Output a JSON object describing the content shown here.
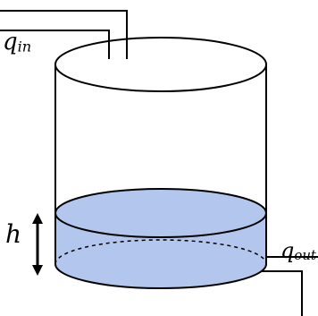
{
  "labels": {
    "inflow": {
      "symbol": "q",
      "subscript": "in"
    },
    "level": {
      "symbol": "h"
    },
    "outflow": {
      "symbol": "q",
      "subscript": "out"
    }
  },
  "colors": {
    "liquid": "#b3c6ee",
    "stroke": "#000000",
    "background": "#ffffff"
  }
}
